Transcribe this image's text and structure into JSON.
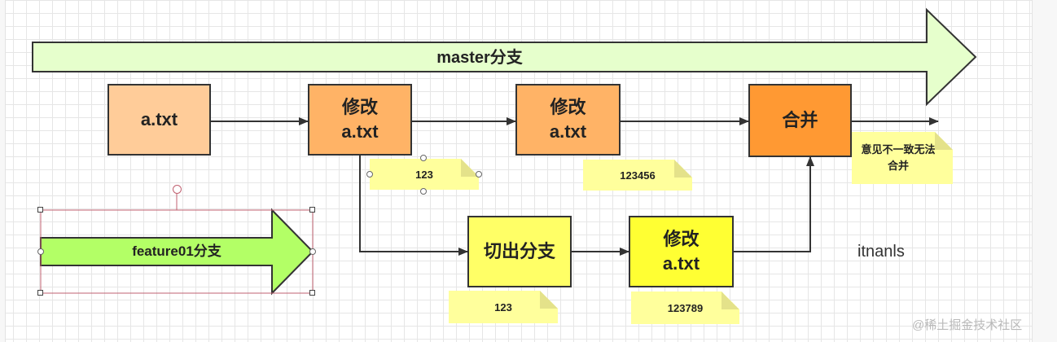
{
  "master_branch": {
    "label": "master分支"
  },
  "feature_branch": {
    "label": "feature01分支"
  },
  "nodes": {
    "n1": {
      "line1": "a.txt",
      "line2": ""
    },
    "n2": {
      "line1": "修改",
      "line2": "a.txt"
    },
    "n3": {
      "line1": "修改",
      "line2": "a.txt"
    },
    "n4": {
      "line1": "合并",
      "line2": ""
    },
    "n5": {
      "line1": "切出分支",
      "line2": ""
    },
    "n6": {
      "line1": "修改",
      "line2": "a.txt"
    }
  },
  "notes": {
    "note1": "123",
    "note2": "123456",
    "note3": "意见不一致无法合并",
    "note4": "123",
    "note5": "123789"
  },
  "side_text": "itnanls",
  "watermark": "@稀土掘金技术社区",
  "colors": {
    "master_arrow": "#e6ffcc",
    "feature_arrow": "#b3ff66",
    "node_light": "#ffcc99",
    "node_mid": "#ffb366",
    "node_merge": "#ff9933",
    "node_yellow": "#ffff66",
    "note": "#ffff9c"
  }
}
